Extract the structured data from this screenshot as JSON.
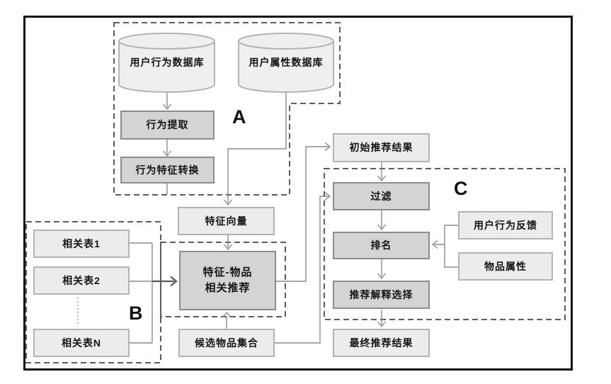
{
  "diagram": {
    "group_labels": {
      "a": "A",
      "b": "B",
      "c": "C"
    },
    "databases": {
      "user_behavior_db": "用户行为数据库",
      "user_attribute_db": "用户属性数据库"
    },
    "nodes": {
      "behavior_extract": "行为提取",
      "behavior_feature_convert": "行为特征转换",
      "feature_vector": "特征向量",
      "related_table_1": "相关表1",
      "related_table_2": "相关表2",
      "related_table_n": "相关表N",
      "feature_item_recommend": "特征-物品\n相关推荐",
      "candidate_item_set": "候选物品集合",
      "initial_recommend_result": "初始推荐结果",
      "filter": "过滤",
      "ranking": "排名",
      "recommend_explain_select": "推荐解释选择",
      "final_recommend_result": "最终推荐结果",
      "user_behavior_feedback": "用户行为反馈",
      "item_attribute": "物品属性"
    },
    "colors": {
      "light_box_fill": "#ececec",
      "light_box_border": "#b3b3b3",
      "process_box_fill": "#d4d4d4",
      "process_box_border": "#8c8c8c",
      "connector": "#8c8c8c",
      "dark_arrow": "#595959",
      "dashed_group": "#5c5c5c",
      "frame": "#111111"
    }
  }
}
